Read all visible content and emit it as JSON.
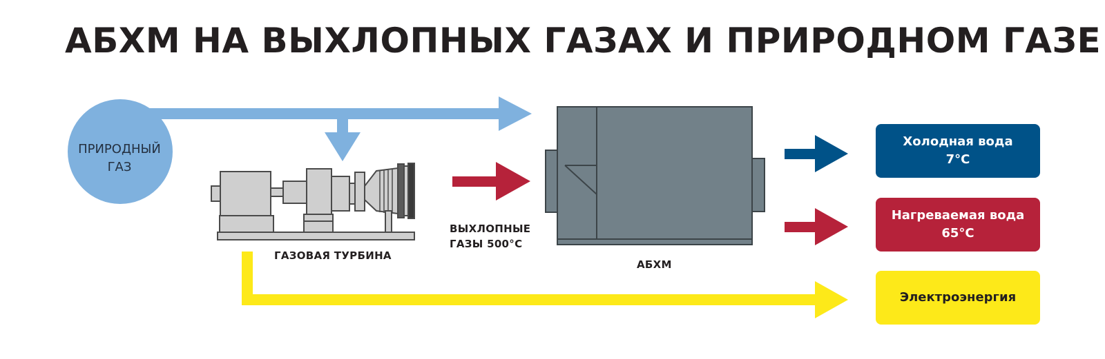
{
  "title": "АБХМ НА ВЫХЛОПНЫХ ГАЗАХ И ПРИРОДНОМ ГАЗЕ",
  "natural_gas": {
    "line1": "ПРИРОДНЫЙ",
    "line2": "ГАЗ"
  },
  "turbine_label": "ГАЗОВАЯ ТУРБИНА",
  "exhaust_label": {
    "line1": "ВЫХЛОПНЫЕ",
    "line2": "ГАЗЫ 500°С"
  },
  "chiller_label": "АБХМ",
  "outputs": {
    "cold_water": {
      "line1": "Холодная вода",
      "line2": "7°С"
    },
    "hot_water": {
      "line1": "Нагреваемая вода",
      "line2": "65°С"
    },
    "electricity": {
      "line1": "Электроэнергия"
    }
  },
  "colors": {
    "gas_blue": "#7fb1de",
    "exhaust_red": "#b6223a",
    "cold_navy": "#005288",
    "electric_yellow": "#fde919",
    "chiller_gray": "#728189",
    "turbine_gray": "#cfcfcf"
  }
}
